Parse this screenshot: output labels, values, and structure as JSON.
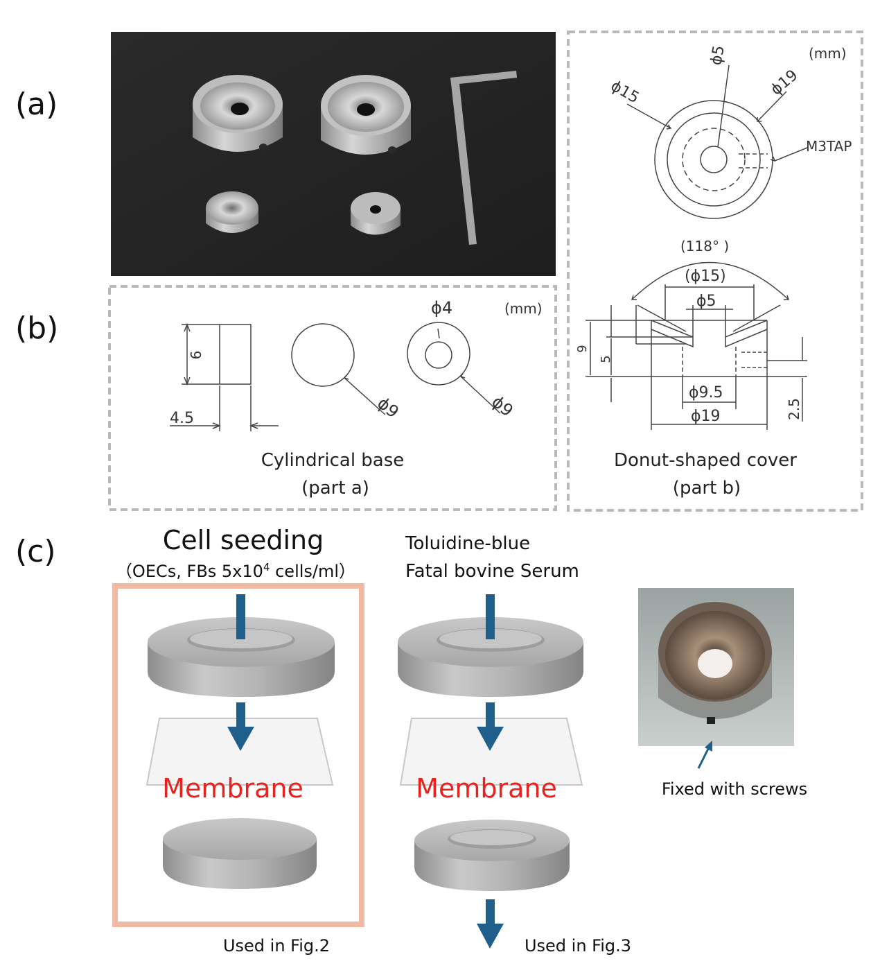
{
  "panels": {
    "a": "(a)",
    "b": "(b)",
    "c": "(c)"
  },
  "drawing_b": {
    "unit": "(mm)",
    "dim_height": "6",
    "dim_width": "4.5",
    "dim_diameter_plain": "ϕ9",
    "dim_hole": "ϕ4",
    "dim_diameter_ring": "ϕ9",
    "caption_line1": "Cylindrical base",
    "caption_line2": "(part a)"
  },
  "drawing_cover": {
    "unit": "(mm)",
    "phi5_top": "ϕ5",
    "phi15": "ϕ15",
    "phi19": "ϕ19",
    "tap": "M3TAP",
    "angle": "(118° )",
    "phi15_paren": "(ϕ15)",
    "phi5": "ϕ5",
    "h9": "9",
    "h5": "5",
    "phi9_5": "ϕ9.5",
    "phi19_bottom": "ϕ19",
    "h2_5": "2.5",
    "caption_line1": "Donut-shaped cover",
    "caption_line2": "(part b)"
  },
  "panel_c": {
    "title": "Cell seeding",
    "subtitle_pre": "（OECs, FBs 5x10",
    "subtitle_sup": "4",
    "subtitle_post": " cells/ml）",
    "reagent_line1": "Toluidine-blue",
    "reagent_line2": "Fatal bovine Serum",
    "membrane_left": "Membrane",
    "membrane_right": "Membrane",
    "used_fig2": "Used in Fig.2",
    "used_fig3": "Used in Fig.3",
    "fixed_caption": "Fixed with screws"
  },
  "colors": {
    "arrow": "#1f5f8b",
    "membrane_text": "#e8231f",
    "highlight_frame": "#f1b9a3",
    "dashed_frame": "#b9b9b9"
  }
}
